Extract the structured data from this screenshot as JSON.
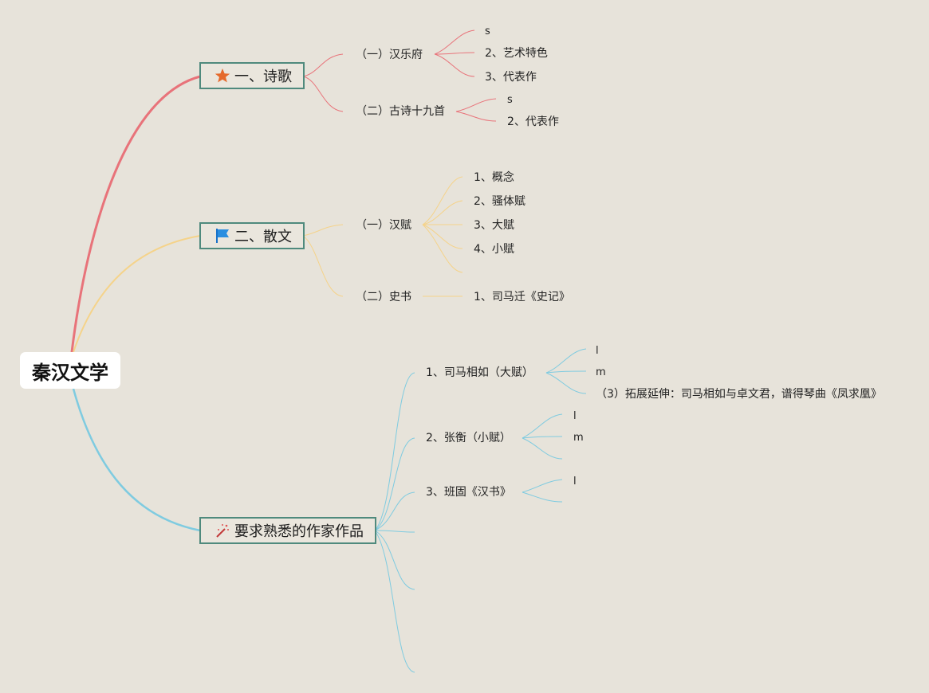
{
  "root": {
    "label": "秦汉文学"
  },
  "branches": {
    "poetry": {
      "label": "一、诗歌",
      "icon": "star-icon",
      "color": "#e8737a",
      "children": {
        "yuefu": {
          "label": "（一）汉乐府",
          "items": [
            "s",
            "2、艺术特色",
            "3、代表作"
          ]
        },
        "gushi": {
          "label": "（二）古诗十九首",
          "items": [
            "s",
            "2、代表作"
          ]
        }
      }
    },
    "prose": {
      "label": "二、散文",
      "icon": "flag-icon",
      "color": "#f5d38a",
      "children": {
        "hanfu": {
          "label": "（一）汉赋",
          "items": [
            "1、概念",
            "2、骚体赋",
            "3、大赋",
            "4、小赋"
          ]
        },
        "shishu": {
          "label": "（二）史书",
          "items": [
            "1、司马迁《史记》"
          ]
        }
      }
    },
    "writers": {
      "label": "要求熟悉的作家作品",
      "icon": "magic-wand-icon",
      "color": "#7fcbe0",
      "children": {
        "simaxiangru": {
          "label": "1、司马相如（大赋）",
          "items": [
            "l",
            "m",
            "（3）拓展延伸：司马相如与卓文君，谱得琴曲《凤求凰》"
          ]
        },
        "zhangheng": {
          "label": "2、张衡（小赋）",
          "items": [
            "l",
            "m"
          ]
        },
        "bangu": {
          "label": "3、班固《汉书》",
          "items": [
            "l"
          ]
        }
      }
    }
  }
}
